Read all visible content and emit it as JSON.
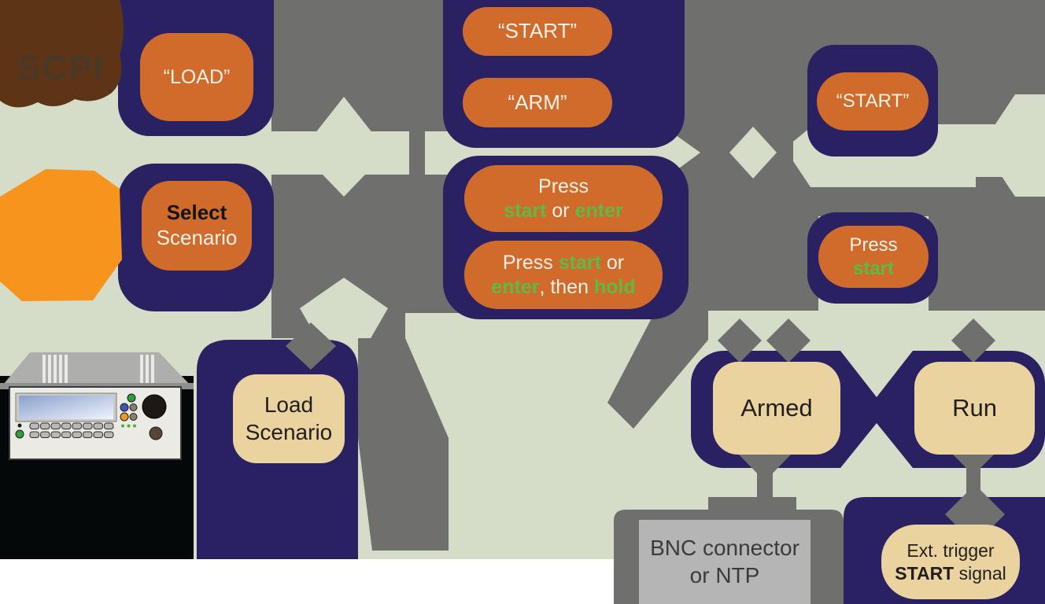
{
  "diagram": {
    "title_hint": "Scenario start flow: SCPI, front panel and hardware trigger paths",
    "scpi_label": "SCPI",
    "commands": {
      "load": "“LOAD”",
      "start_top": "“START”",
      "arm": "“ARM”",
      "start_right": "“START”"
    },
    "panel_actions": {
      "select_l1": "Select",
      "select_l2": "Scenario",
      "press1_l1": "Press",
      "press1_l2a": "start",
      "press1_l2b": " or ",
      "press1_l2c": "enter",
      "press2_l1a": "Press ",
      "press2_l1b": "start",
      "press2_l1c": " or",
      "press2_l2a": "enter",
      "press2_l2b": ", then ",
      "press2_l2c": "hold",
      "press3_l1": "Press",
      "press3_l2": "start"
    },
    "states": {
      "load_scenario_l1": "Load",
      "load_scenario_l2": "Scenario",
      "armed": "Armed",
      "run": "Run",
      "ext_trigger_l1": "Ext. trigger",
      "ext_trigger_l2a": "START",
      "ext_trigger_l2b": " signal"
    },
    "hardware": {
      "bnc_l1": "BNC connector",
      "bnc_l2": "or NTP"
    },
    "colors": {
      "sage": "#d5ddc8",
      "gray": "#6f6f6d",
      "navy": "#2a2163",
      "orange_button": "#d06b2b",
      "orange_blob": "#f7941e",
      "tan": "#ebd3a0",
      "brown": "#5d3516",
      "green_text": "#5cbb47",
      "bnc_gray": "#b5b5b5",
      "white_strip": "#ffffff",
      "instrument_black": "#050808"
    }
  }
}
